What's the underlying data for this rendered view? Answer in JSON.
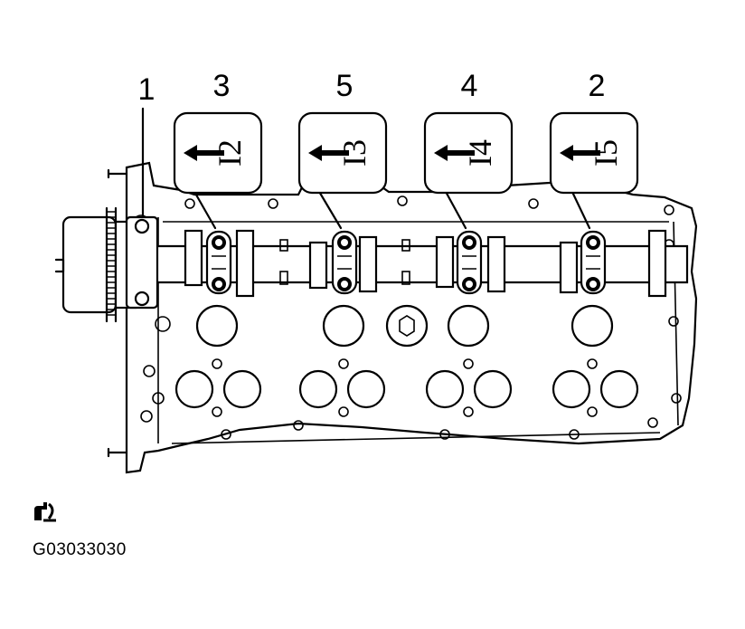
{
  "figure": {
    "sequence_numbers": [
      "1",
      "3",
      "5",
      "4",
      "2"
    ],
    "cap_marks": [
      "I2",
      "I3",
      "I4",
      "I5"
    ],
    "direction_icon": "arrow-left-icon",
    "caption_code": "G03033030",
    "symbol_icon": "service-note-icon"
  }
}
